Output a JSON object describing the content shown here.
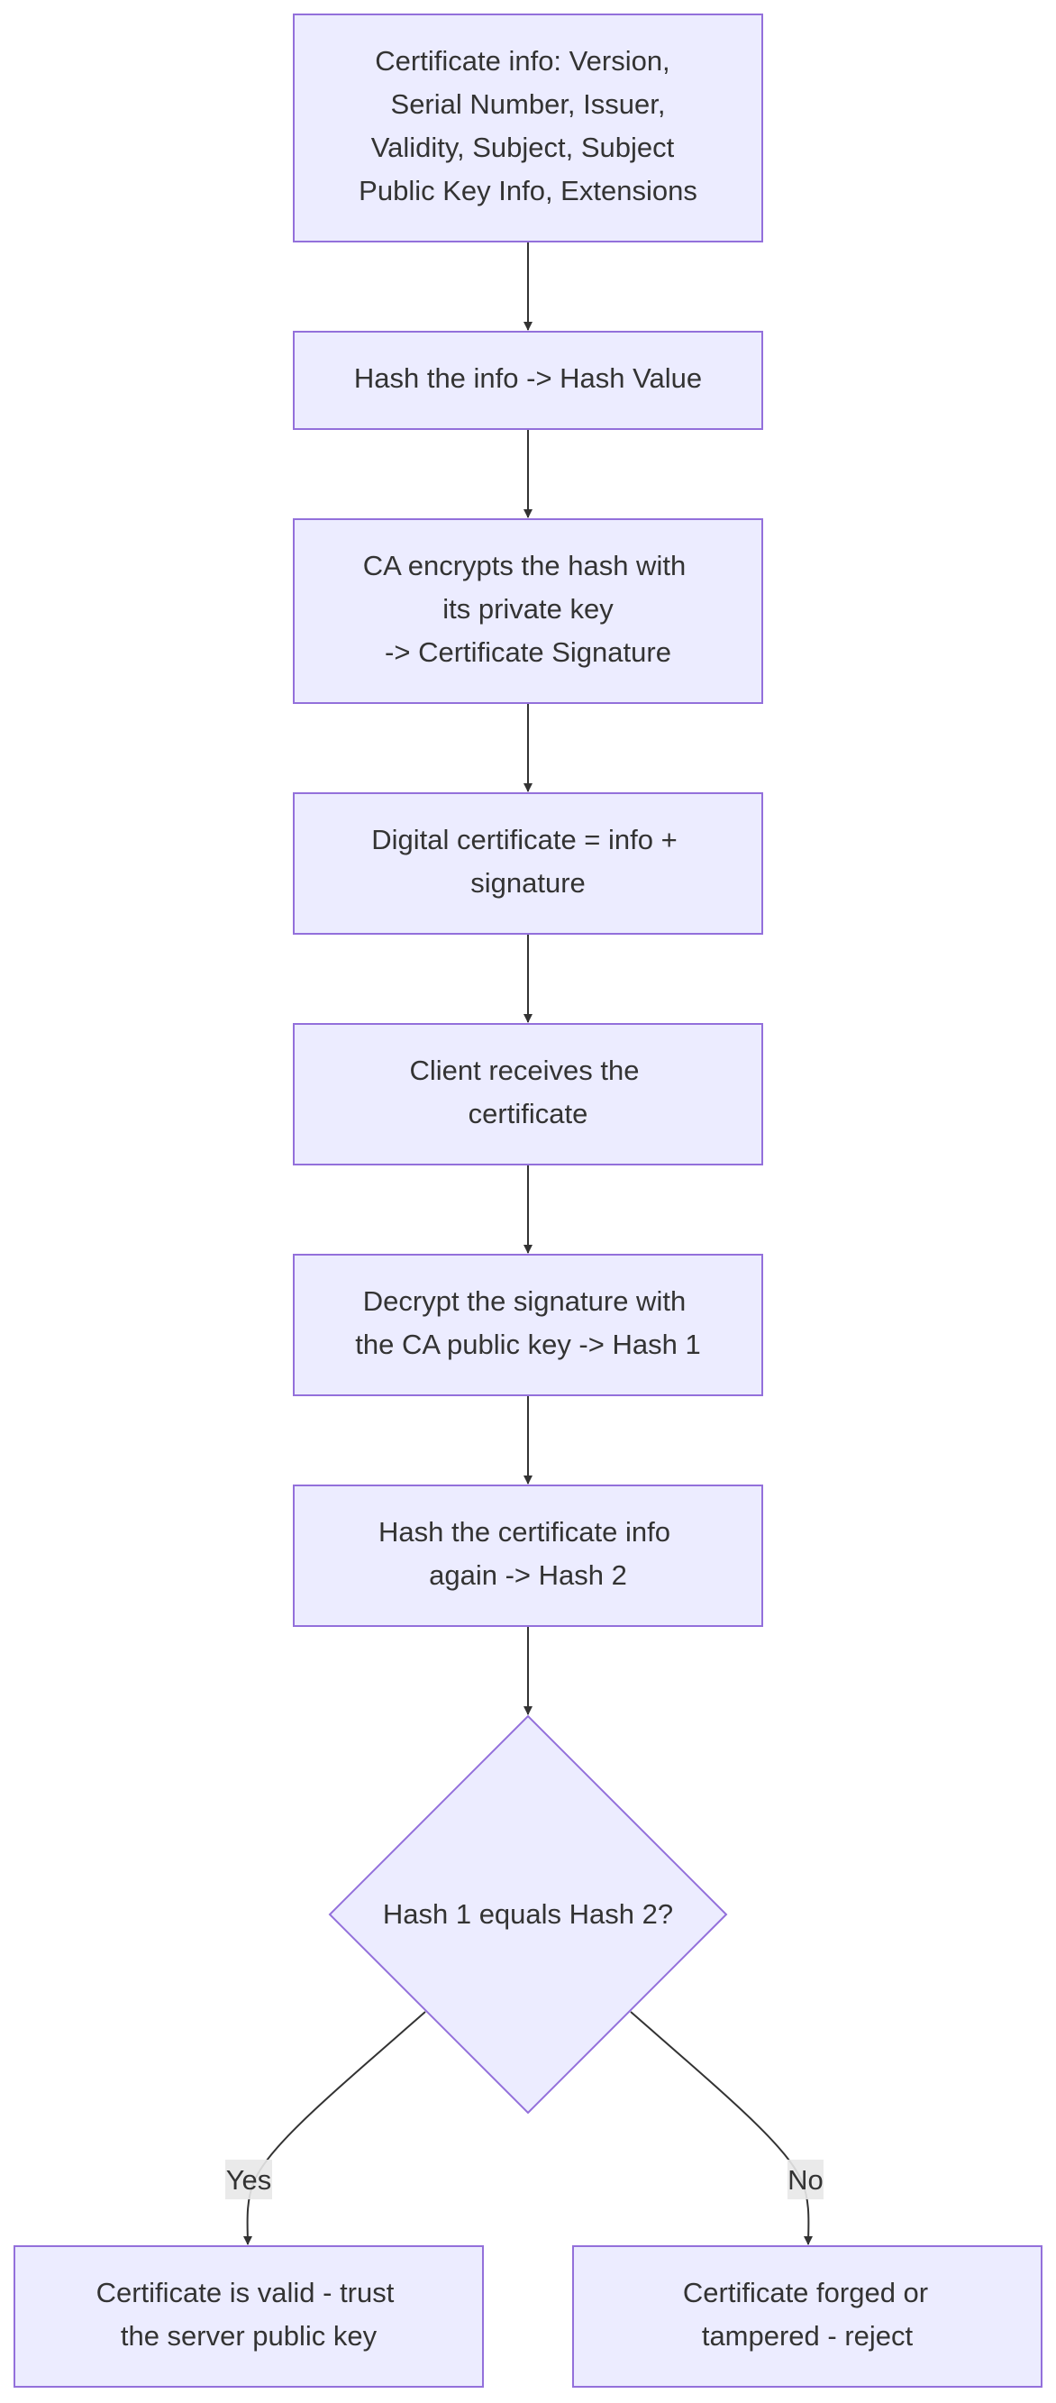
{
  "diagram": {
    "nodes": [
      {
        "id": "cert-info",
        "shape": "rect",
        "lines": [
          "Certificate info: Version,",
          "Serial Number, Issuer,",
          "Validity, Subject, Subject",
          "Public Key Info, Extensions"
        ]
      },
      {
        "id": "hash-info",
        "shape": "rect",
        "lines": [
          "Hash the info -> Hash Value"
        ]
      },
      {
        "id": "ca-encrypts",
        "shape": "rect",
        "lines": [
          "CA encrypts the hash with",
          "its private key",
          "-> Certificate Signature"
        ]
      },
      {
        "id": "digital-cert",
        "shape": "rect",
        "lines": [
          "Digital certificate = info +",
          "signature"
        ]
      },
      {
        "id": "client-receives",
        "shape": "rect",
        "lines": [
          "Client receives the",
          "certificate"
        ]
      },
      {
        "id": "decrypt-signature",
        "shape": "rect",
        "lines": [
          "Decrypt the signature with",
          "the CA public key -> Hash 1"
        ]
      },
      {
        "id": "hash-again",
        "shape": "rect",
        "lines": [
          "Hash the certificate info",
          "again -> Hash 2"
        ]
      },
      {
        "id": "hash-compare",
        "shape": "diamond",
        "lines": [
          "Hash 1 equals Hash 2?"
        ]
      },
      {
        "id": "cert-valid",
        "shape": "rect",
        "lines": [
          "Certificate is valid - trust",
          "the server public key"
        ]
      },
      {
        "id": "cert-forged",
        "shape": "rect",
        "lines": [
          "Certificate forged or",
          "tampered - reject"
        ]
      }
    ],
    "edges": [
      {
        "from": "cert-info",
        "to": "hash-info",
        "label": ""
      },
      {
        "from": "hash-info",
        "to": "ca-encrypts",
        "label": ""
      },
      {
        "from": "ca-encrypts",
        "to": "digital-cert",
        "label": ""
      },
      {
        "from": "digital-cert",
        "to": "client-receives",
        "label": ""
      },
      {
        "from": "client-receives",
        "to": "decrypt-signature",
        "label": ""
      },
      {
        "from": "decrypt-signature",
        "to": "hash-again",
        "label": ""
      },
      {
        "from": "hash-again",
        "to": "hash-compare",
        "label": ""
      },
      {
        "from": "hash-compare",
        "to": "cert-valid",
        "label": "Yes"
      },
      {
        "from": "hash-compare",
        "to": "cert-forged",
        "label": "No"
      }
    ],
    "colors": {
      "node_fill": "#ececff",
      "node_stroke": "#9370db",
      "text": "#333333",
      "edge": "#333333",
      "edge_label_bg": "#e8e8e8"
    }
  }
}
